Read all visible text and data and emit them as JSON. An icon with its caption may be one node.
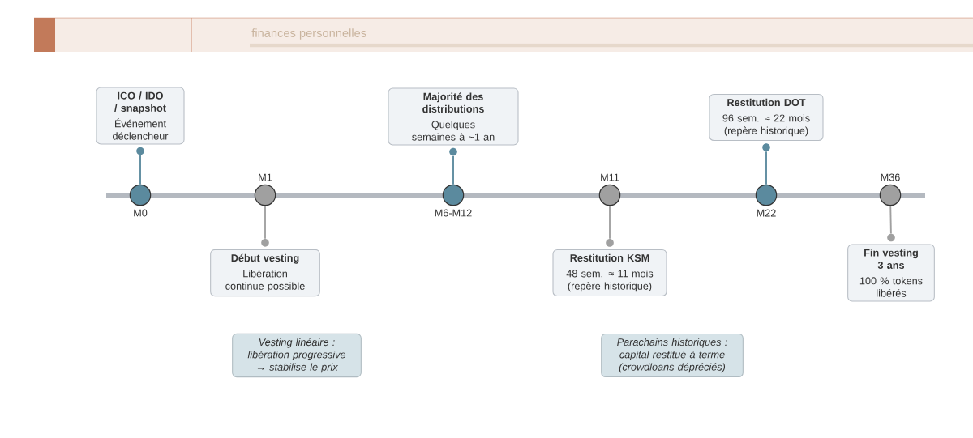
{
  "diagram": {
    "nodes": [
      {
        "text": [],
        "shape": "circle",
        "beside": [
          "M0"
        ]
      },
      {
        "text": [],
        "shape": "circle",
        "beside": [
          "M1"
        ]
      },
      {
        "text": [],
        "shape": "circle",
        "beside": [
          "M6-M12"
        ]
      },
      {
        "text": [],
        "shape": "circle",
        "beside": [
          "M11"
        ]
      },
      {
        "text": [],
        "shape": "circle",
        "beside": [
          "M22"
        ]
      },
      {
        "text": [],
        "shape": "circle",
        "beside": [
          "M36"
        ]
      },
      {
        "text": [
          "ICO / IDO / snapshot",
          "Événement déclencheur"
        ]
      },
      {
        "text": [
          "Début vesting",
          "Libération continue possible"
        ]
      },
      {
        "text": [
          "Majorité des distributions",
          "Quelques semaines à ~1 an"
        ]
      },
      {
        "text": [
          "Restitution KSM",
          "48 sem. ≈ 11 mois (repère historique)"
        ]
      },
      {
        "text": [
          "Restitution DOT",
          "96 sem. ≈ 22 mois (repère historique)"
        ]
      },
      {
        "text": [
          "Fin vesting 3 ans",
          "100 % tokens libérés"
        ]
      },
      {
        "text": [
          "Vesting linéaire : libération progressive → stabilise le prix"
        ]
      },
      {
        "text": [
          "Parachains historiques : capital restitué à terme (crowdloans dépréciés)"
        ]
      },
      {
        "text": [],
        "shape": "circle"
      },
      {
        "text": [],
        "shape": "circle"
      },
      {
        "text": [],
        "shape": "circle"
      },
      {
        "text": [],
        "shape": "circle"
      },
      {
        "text": [],
        "shape": "circle"
      },
      {
        "text": [],
        "shape": "circle"
      }
    ],
    "edges": [
      {
        "from": 0,
        "to": 14,
        "arrow": "none",
        "color": "#5b8a9e"
      },
      {
        "from": 1,
        "to": 15,
        "arrow": "none"
      },
      {
        "from": 2,
        "to": 16,
        "arrow": "none",
        "color": "#5b8a9e"
      },
      {
        "from": 3,
        "to": 17,
        "arrow": "none"
      },
      {
        "from": 4,
        "to": 18,
        "arrow": "none",
        "color": "#5b8a9e"
      },
      {
        "from": 5,
        "to": 19,
        "arrow": "none"
      }
    ],
    "labels": [
      "finances personnelles"
    ]
  }
}
